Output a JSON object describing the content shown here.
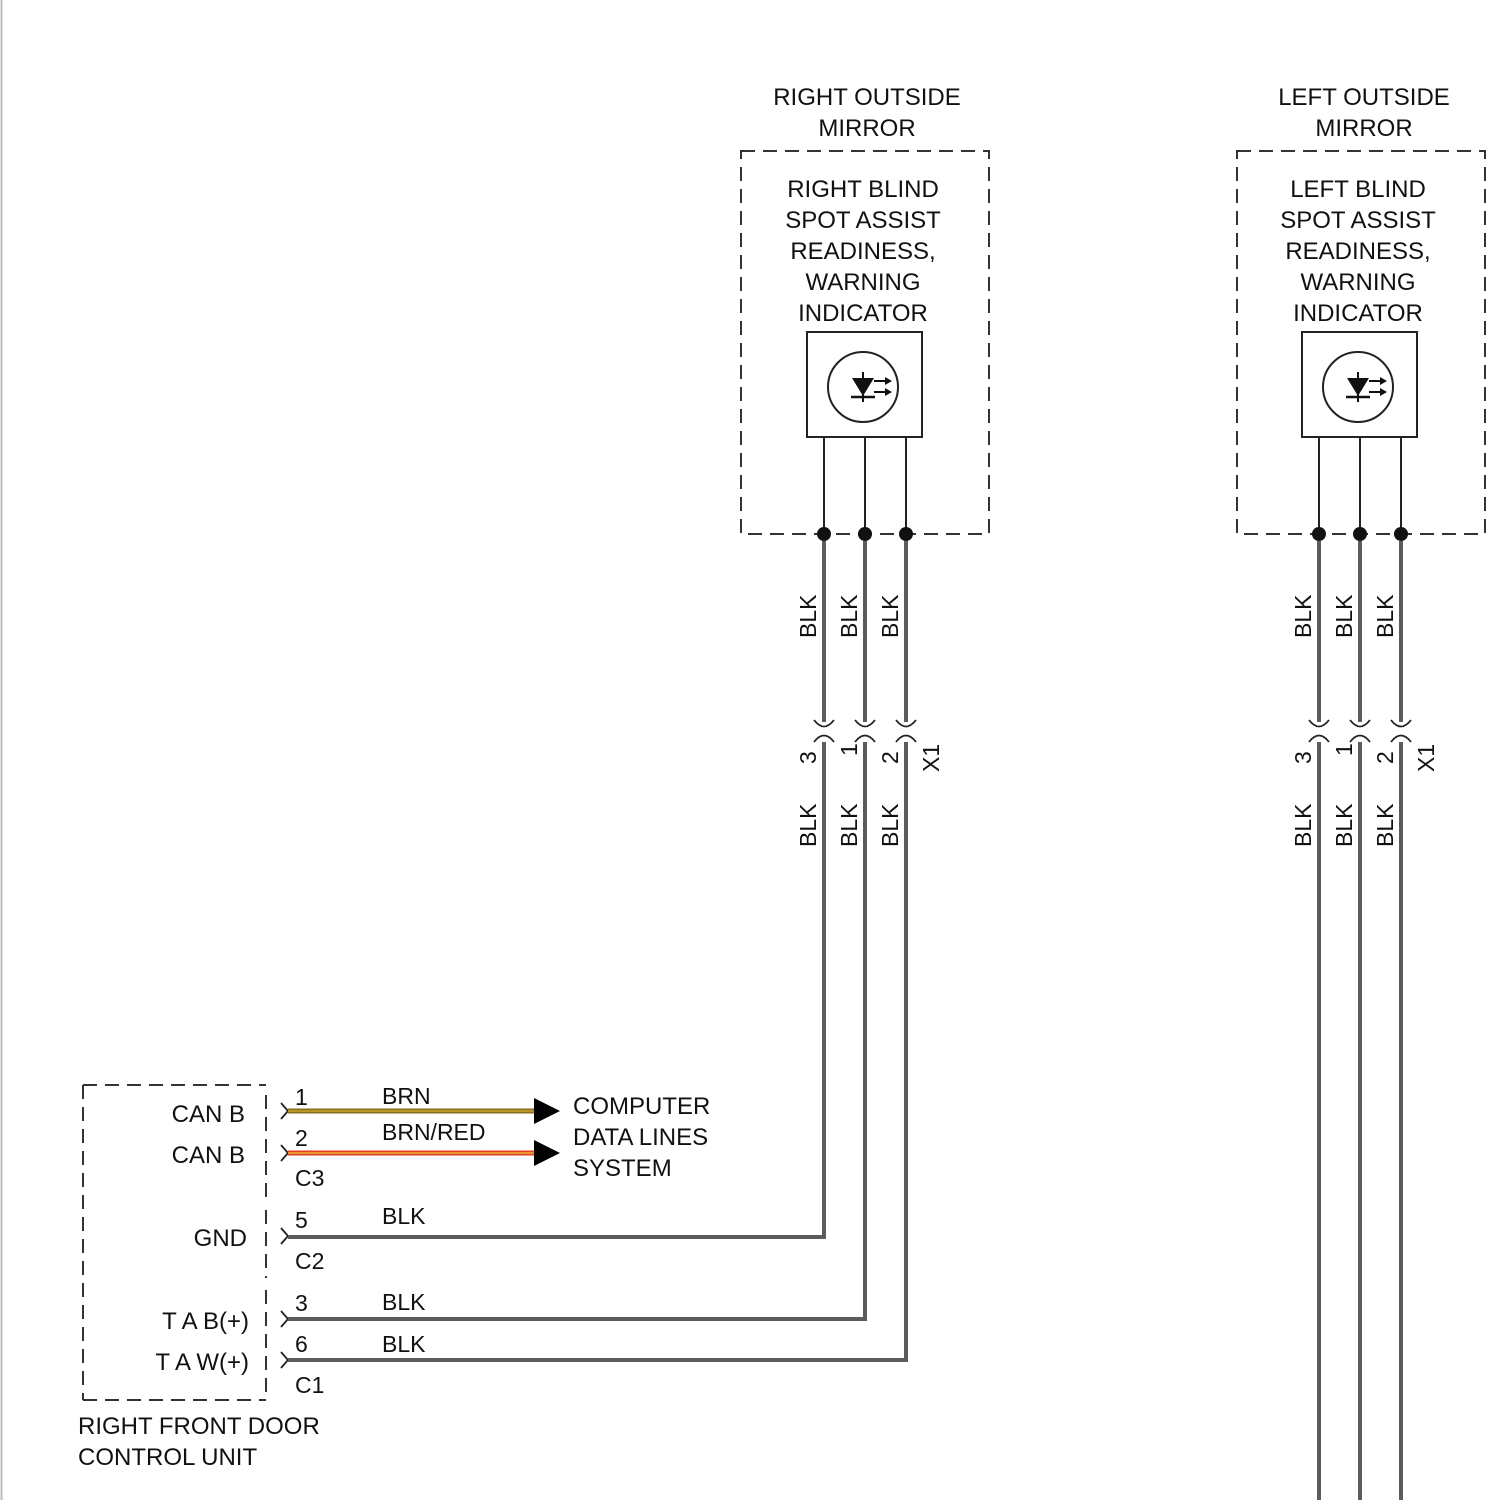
{
  "right_mirror": {
    "title_line1": "RIGHT OUTSIDE",
    "title_line2": "MIRROR",
    "indicator_lines": [
      "RIGHT BLIND",
      "SPOT ASSIST",
      "READINESS,",
      "WARNING",
      "INDICATOR"
    ],
    "wire_colors_upper": [
      "BLK",
      "BLK",
      "BLK"
    ],
    "pins": [
      "3",
      "1",
      "2"
    ],
    "connector": "X1",
    "wire_colors_lower": [
      "BLK",
      "BLK",
      "BLK"
    ]
  },
  "left_mirror": {
    "title_line1": "LEFT OUTSIDE",
    "title_line2": "MIRROR",
    "indicator_lines": [
      "LEFT BLIND",
      "SPOT ASSIST",
      "READINESS,",
      "WARNING",
      "INDICATOR"
    ],
    "wire_colors_upper": [
      "BLK",
      "BLK",
      "BLK"
    ],
    "pins": [
      "3",
      "1",
      "2"
    ],
    "connector": "X1",
    "wire_colors_lower": [
      "BLK",
      "BLK",
      "BLK"
    ]
  },
  "door_unit": {
    "name_line1": "RIGHT FRONT DOOR",
    "name_line2": "CONTROL UNIT",
    "signals": {
      "can_b_1": "CAN B",
      "can_b_2": "CAN B",
      "gnd": "GND",
      "tab": "T A B(+)",
      "taw": "T A W(+)"
    },
    "pins": {
      "can_b_1": "1",
      "can_b_2": "2",
      "gnd": "5",
      "tab": "3",
      "taw": "6"
    },
    "connectors": {
      "c3": "C3",
      "c2": "C2",
      "c1": "C1"
    },
    "wire_colors": {
      "can_b_1": "BRN",
      "can_b_2": "BRN/RED",
      "gnd": "BLK",
      "tab": "BLK",
      "taw": "BLK"
    }
  },
  "data_lines": {
    "line1": "COMPUTER",
    "line2": "DATA LINES",
    "line3": "SYSTEM"
  },
  "colors": {
    "wire_blk": "#5c5c5c",
    "wire_brn": "#8a6d1f",
    "wire_brn_highlight": "#c9a227",
    "wire_red": "#e04020",
    "wire_red_highlight": "#f2b233"
  },
  "icons": {
    "indicator_symbol": "led-icon"
  }
}
